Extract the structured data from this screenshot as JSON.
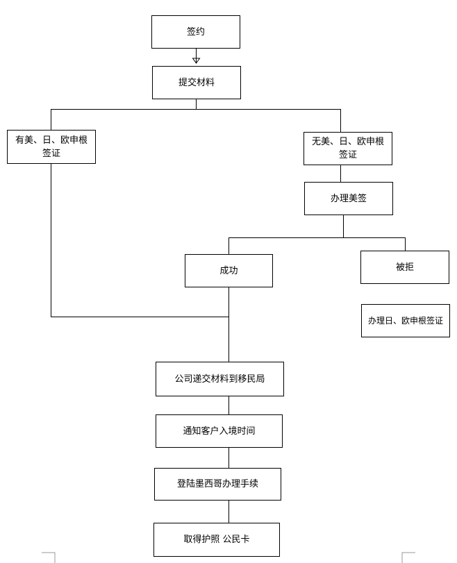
{
  "nodes": {
    "sign": "签约",
    "submit": "提交材料",
    "has_visa": [
      "有美、日、欧申根",
      "签证"
    ],
    "no_visa": [
      "无美、日、欧申根",
      "签证"
    ],
    "us_visa": "办理美签",
    "success": "成功",
    "rejected": "被拒",
    "eu_visa": "办理日、欧申根签证",
    "to_immigration": "公司递交材料到移民局",
    "notify": "通知客户入境时间",
    "mexico": "登陆墨西哥办理手续",
    "passport": "取得护照 公民卡"
  }
}
